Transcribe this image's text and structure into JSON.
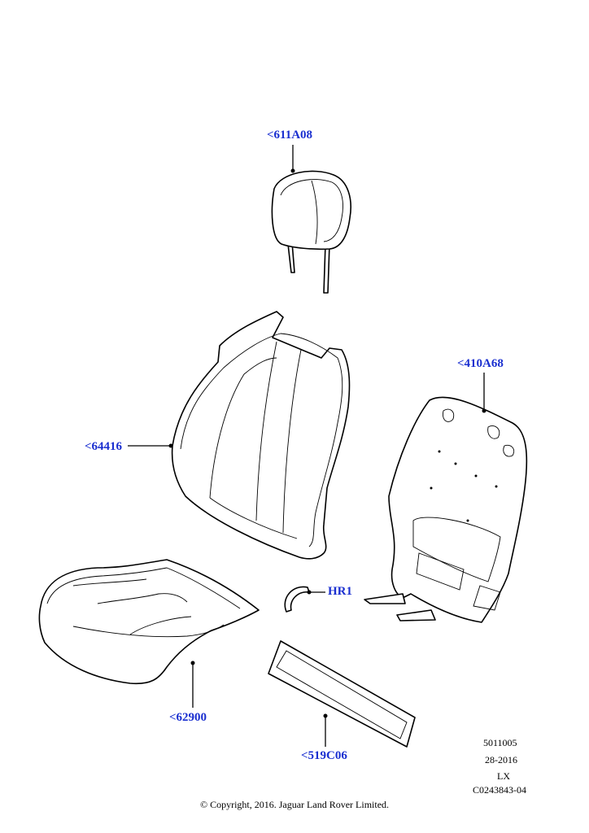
{
  "diagram": {
    "callouts": [
      {
        "id": "headrest",
        "label": "<611A08"
      },
      {
        "id": "backrest-cover",
        "label": "<64416"
      },
      {
        "id": "back-panel",
        "label": "<410A68"
      },
      {
        "id": "clip",
        "label": "HR1"
      },
      {
        "id": "cushion",
        "label": "<62900"
      },
      {
        "id": "support-mat",
        "label": "<519C06"
      }
    ],
    "reference": {
      "line1": "5011005",
      "line2": "28-2016",
      "line3": "LX",
      "line4": "C0243843-04"
    },
    "copyright": "© Copyright, 2016. Jaguar Land Rover Limited.",
    "label_color": "#1a2fd0"
  }
}
